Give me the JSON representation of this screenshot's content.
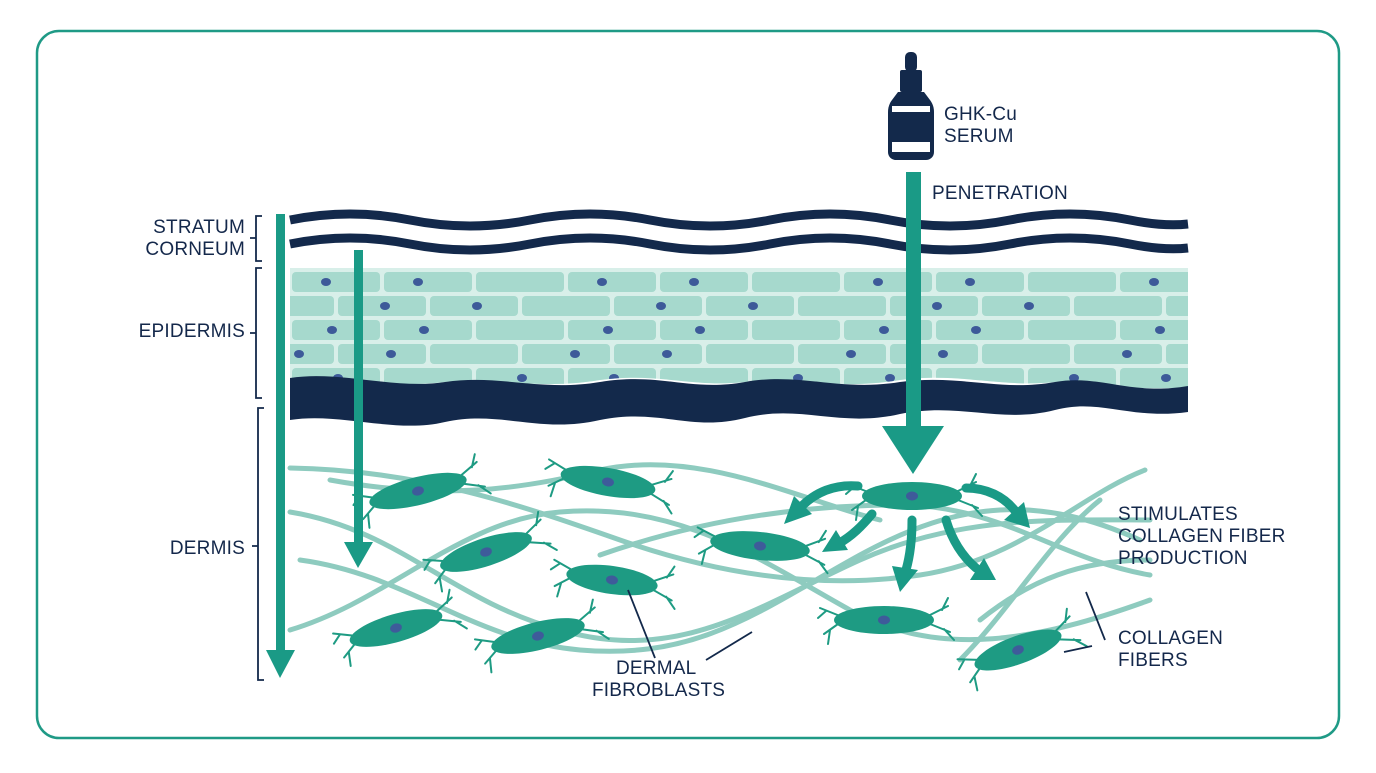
{
  "colors": {
    "navy": "#13294b",
    "teal": "#1a9a86",
    "light_teal": "#8ecbbf",
    "pale_teal": "#d8efe9",
    "cell_teal": "#a6d9cd",
    "nucleus": "#3d5a99",
    "fibroblast": "#1e9b83",
    "fibroblast_nucleus": "#3e5b9a",
    "border": "#1f9a86"
  },
  "icons": [
    "serum-bottle-icon",
    "penetration-arrow-icon",
    "fibroblast-cell-icon"
  ],
  "labels": {
    "serum": [
      "GHK-Cu",
      "SERUM"
    ],
    "penetration": "PENETRATION",
    "stratum_corneum": [
      "STRATUM",
      "CORNEUM"
    ],
    "epidermis": "EPIDERMIS",
    "dermis": "DERMIS",
    "stimulates": [
      "STIMULATES",
      "COLLAGEN FIBER",
      "PRODUCTION"
    ],
    "collagen_fibers": [
      "COLLAGEN",
      "FIBERS"
    ],
    "dermal_fibroblasts": [
      "DERMAL",
      "FIBROBLASTS"
    ]
  }
}
